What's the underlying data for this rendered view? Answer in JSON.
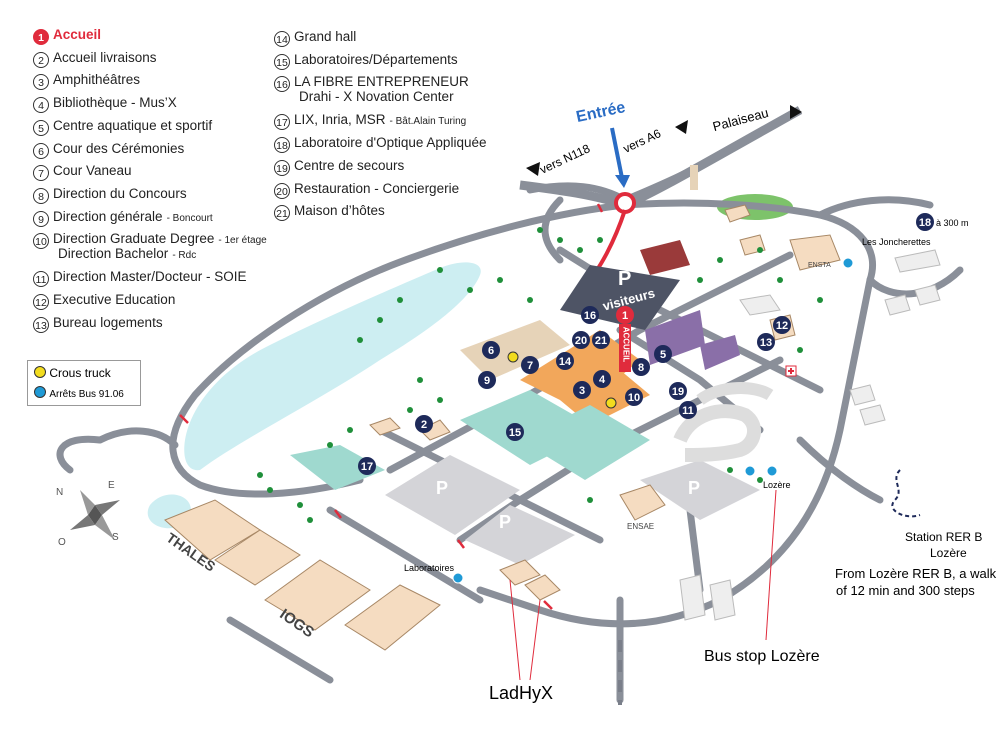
{
  "legend_left": [
    {
      "n": "1",
      "label": "Accueil",
      "accent": true
    },
    {
      "n": "2",
      "label": "Accueil livraisons"
    },
    {
      "n": "3",
      "label": "Amphithéâtres"
    },
    {
      "n": "4",
      "label": "Bibliothèque - Mus’X"
    },
    {
      "n": "5",
      "label": "Centre aquatique et sportif"
    },
    {
      "n": "6",
      "label": "Cour des Cérémonies"
    },
    {
      "n": "7",
      "label": "Cour Vaneau"
    },
    {
      "n": "8",
      "label": "Direction du Concours"
    },
    {
      "n": "9",
      "label": "Direction générale",
      "small": "- Boncourt"
    },
    {
      "n": "10",
      "label": "Direction Graduate Degree",
      "small": "- 1er étage",
      "line2": "Direction Bachelor",
      "line2_small": "- Rdc"
    },
    {
      "n": "11",
      "label": "Direction Master/Docteur - SOIE"
    },
    {
      "n": "12",
      "label": "Executive Education"
    },
    {
      "n": "13",
      "label": "Bureau logements"
    }
  ],
  "legend_right": [
    {
      "n": "14",
      "label": "Grand hall"
    },
    {
      "n": "15",
      "label": "Laboratoires/Départements"
    },
    {
      "n": "16",
      "label": "LA FIBRE ENTREPRENEUR",
      "line2": "Drahi - X Novation Center"
    },
    {
      "n": "17",
      "label": "LIX, Inria, MSR",
      "small": "- Bât.Alain Turing"
    },
    {
      "n": "18",
      "label": "Laboratoire d'Optique Appliquée"
    },
    {
      "n": "19",
      "label": "Centre de secours"
    },
    {
      "n": "20",
      "label": "Restauration - Conciergerie"
    },
    {
      "n": "21",
      "label": "Maison d’hôtes"
    }
  ],
  "key": {
    "crous": "Crous truck",
    "bus": "Arrêts Bus 91.06",
    "crous_color": "#f2dc1e",
    "bus_color": "#1f9ad6"
  },
  "map_labels": {
    "entree": "Entrée",
    "vers_n118": "vers N118",
    "vers_a6": "vers A6",
    "palaiseau": "Palaiseau",
    "parking_visiteurs_p": "P",
    "parking_visiteurs": "visiteurs",
    "accueil_vertical": "ACCUEIL",
    "les_joncherettes": "Les Joncherettes",
    "a_300m": "à 300 m",
    "lozere_stop": "Lozère",
    "laboratoires_stop": "Laboratoires",
    "station_rer": "Station RER B",
    "station_rer_2": "Lozère",
    "from_lozere": "From Lozère RER B, a walk",
    "from_lozere_2": "of 12 min and 300 steps",
    "bus_stop_lozere": "Bus stop Lozère",
    "ladhyx": "LadHyX",
    "thales": "THALES",
    "iogs": "IOGS",
    "ensae": "ENSAE",
    "ensta": "ENSTA",
    "compass_n": "N",
    "compass_e": "E",
    "compass_s": "S",
    "compass_o": "O",
    "p": "P"
  },
  "colors": {
    "accent": "#e02b3c",
    "road": "#8a8f99",
    "water": "#cdeef2",
    "orange": "#f2a75b",
    "teal": "#9fd9cf",
    "purple": "#8a6fa8",
    "navy": "#1e2a5a",
    "blue_arrow": "#2a6cc4"
  }
}
